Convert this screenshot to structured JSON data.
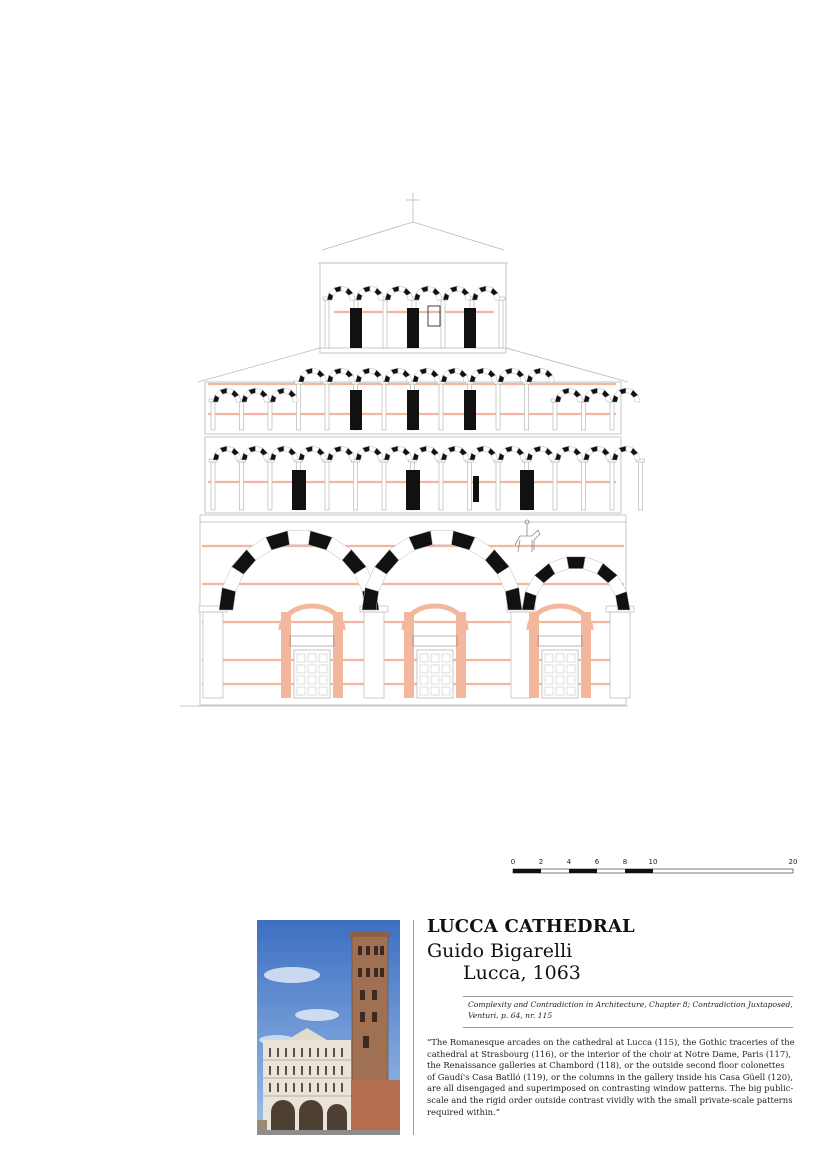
{
  "building": {
    "title": "LUCCA CATHEDRAL",
    "architect": "Guido Bigarelli",
    "location": "Lucca, 1063"
  },
  "source": "Complexity and Contradiction in Architecture, Chapter 8; Contradiction Juxtaposed, Venturi, p. 64, nr. 115",
  "quote": "“The Romanesque arcades on the cathedral at Lucca (115), the Gothic traceries of the cathedral at Strasbourg (116), or the interior of the choir at Notre Dame, Paris (117), the Renaissance galleries at Chambord (118), or the outside second floor colonettes of Gaudí's Casa Batlló (119), or the columns in the gallery inside his Casa Güell (120), are all disengaged and superimposed on contrasting window patterns. The big public-scale and the rigid order outside contrast vividly with the small private-scale patterns required within.”",
  "scale": {
    "ticks": [
      "0",
      "2",
      "4",
      "6",
      "8",
      "10",
      "20"
    ],
    "tick_values": [
      0,
      2,
      4,
      6,
      8,
      10,
      20
    ]
  },
  "colors": {
    "accent": "#f2b79c",
    "line": "#b9b9b9",
    "ink": "#111111"
  }
}
